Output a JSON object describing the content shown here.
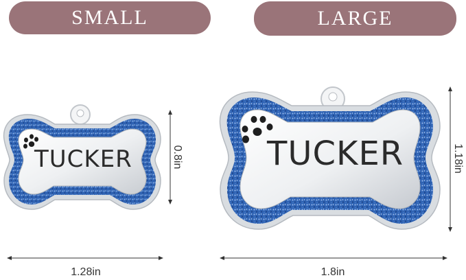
{
  "labels": {
    "small": "SMALL",
    "large": "LARGE"
  },
  "tags": {
    "small": {
      "name": "TUCKER",
      "width": "1.28in",
      "height": "0.8in"
    },
    "large": {
      "name": "TUCKER",
      "width": "1.8in",
      "height": "1.18in"
    }
  },
  "colors": {
    "pill": "#9a7479",
    "glitter": "#2e6bc0",
    "metal": "#e9ecef",
    "text": "#2b2b2b"
  },
  "icons": [
    "paw-print-icon"
  ]
}
